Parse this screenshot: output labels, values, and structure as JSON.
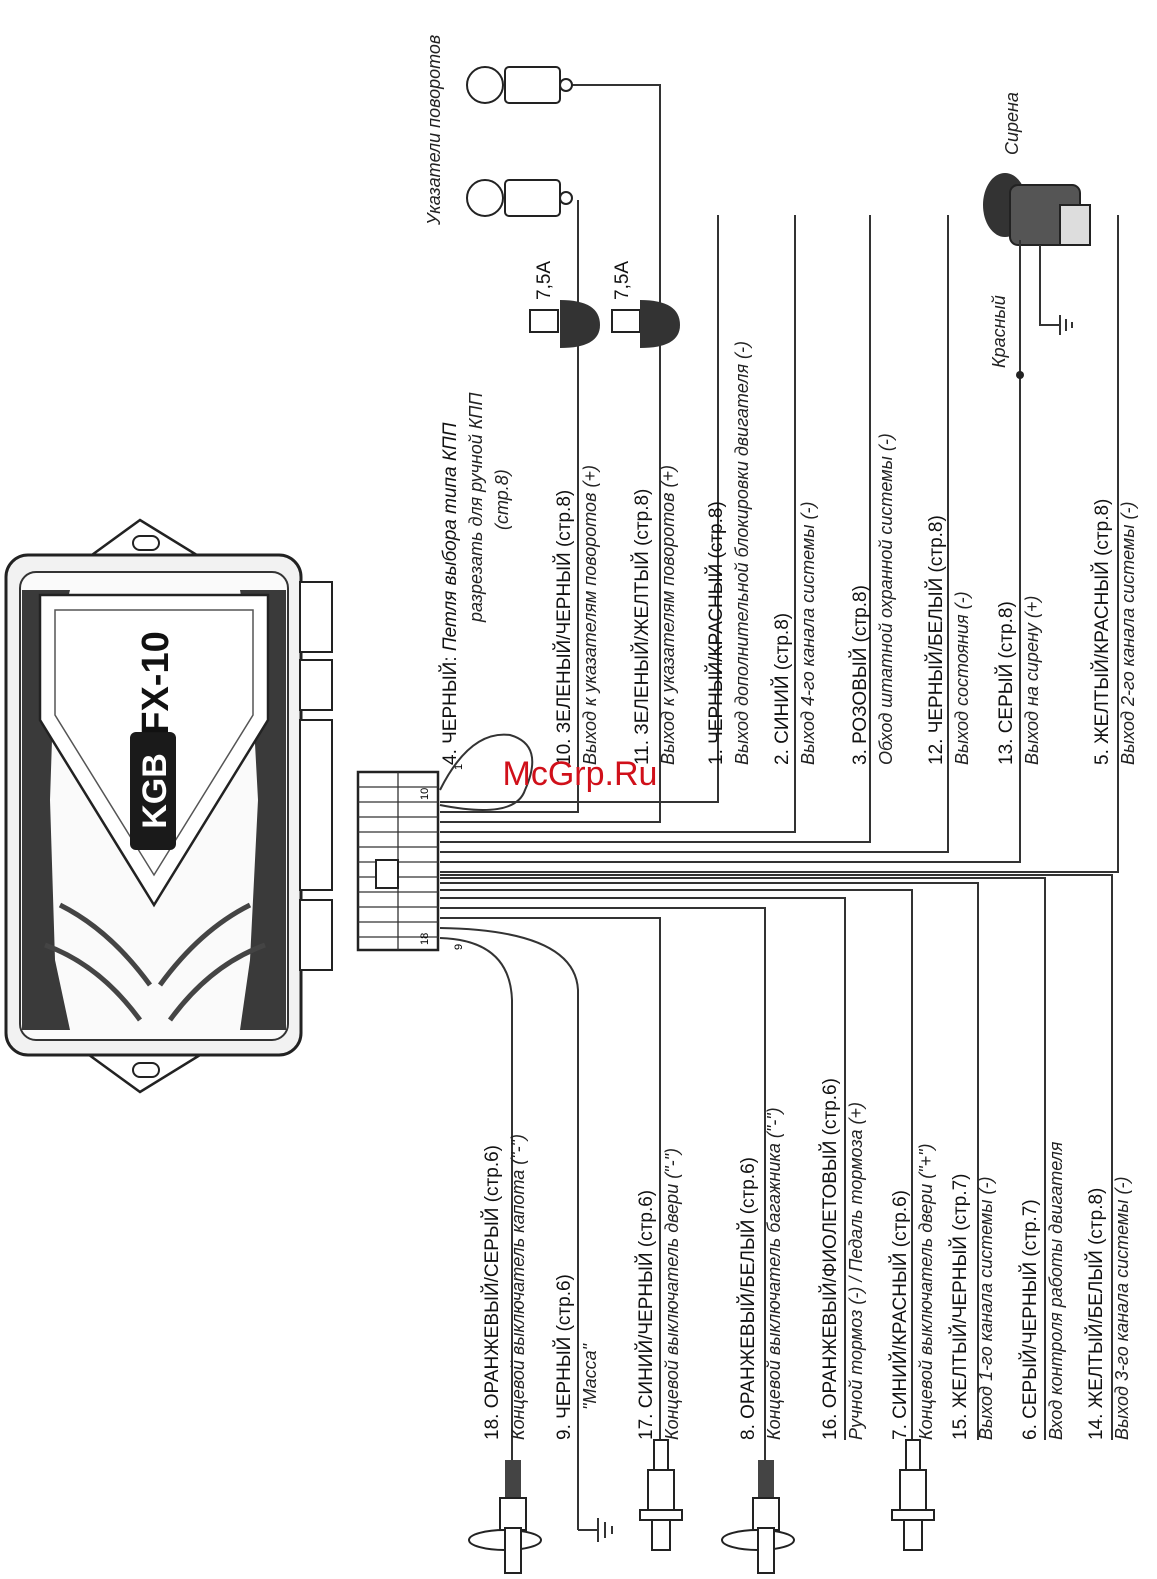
{
  "watermark": "McGrp.Ru",
  "unit": {
    "brand": "KGB",
    "model": "FX-10",
    "pin_left_top": "10",
    "pin_left_top2": "1",
    "pin_left_bottom": "18",
    "pin_left_bottom2": "9"
  },
  "top_labels": {
    "turn_signals": "Указатели поворотов",
    "siren": "Сирена",
    "siren_wire": "Красный",
    "fuse1": "7,5А",
    "fuse2": "7,5А"
  },
  "right_wires": [
    {
      "main": "4. ЧЕРНЫЙ: ",
      "italic": "Петля выбора типа КПП",
      "sub": "разрезать для ручной КПП",
      "sub2": "(стр.8)"
    },
    {
      "main": "10. ЗЕЛЕНЫЙ/ЧЕРНЫЙ (стр.8)",
      "sub": "Выход к указателям поворотов (+)"
    },
    {
      "main": "11. ЗЕЛЕНЫЙ/ЖЕЛТЫЙ (стр.8)",
      "sub": "Выход к указателям поворотов (+)"
    },
    {
      "main": "1. ЧЕРНЫЙ/КРАСНЫЙ (стр.8)",
      "sub": "Выход дополнительной блокировки двигателя (-)"
    },
    {
      "main": "2. СИНИЙ (стр.8)",
      "sub": "Выход 4-го канала системы (-)"
    },
    {
      "main": "3. РОЗОВЫЙ (стр.8)",
      "sub": "Обход штатной охранной системы (-)"
    },
    {
      "main": "12. ЧЕРНЫЙ/БЕЛЫЙ (стр.8)",
      "sub": "Выход состояния (-)"
    },
    {
      "main": "13. СЕРЫЙ (стр.8)",
      "sub": "Выход на сирену (+)"
    },
    {
      "main": "5. ЖЕЛТЫЙ/КРАСНЫЙ (стр.8)",
      "sub": "Выход 2-го канала системы (-)"
    }
  ],
  "left_wires": [
    {
      "main": "18. ОРАНЖЕВЫЙ/СЕРЫЙ (стр.6)",
      "sub": "Концевой выключатель капота (\"-\")"
    },
    {
      "main": "9. ЧЕРНЫЙ (стр.6)",
      "sub": "\"Масса\""
    },
    {
      "main": "17. СИНИЙ/ЧЕРНЫЙ (стр.6)",
      "sub": "Концевой выключатель двери (\"-\")"
    },
    {
      "main": "8. ОРАНЖЕВЫЙ/БЕЛЫЙ (стр.6)",
      "sub": "Концевой выключатель багажника (\"-\")"
    },
    {
      "main": "16. ОРАНЖЕВЫЙ/ФИОЛЕТОВЫЙ (стр.6)",
      "sub": "Ручной тормоз (-) / Педаль тормоза (+)"
    },
    {
      "main": "7. СИНИЙ/КРАСНЫЙ (стр.6)",
      "sub": "Концевой выключатель двери (\"+\")"
    },
    {
      "main": "15. ЖЕЛТЫЙ/ЧЕРНЫЙ (стр.7)",
      "sub": "Выход 1-го канала системы (-)"
    },
    {
      "main": "6. СЕРЫЙ/ЧЕРНЫЙ (стр.7)",
      "sub": "Вход контроля работы двигателя"
    },
    {
      "main": "14. ЖЕЛТЫЙ/БЕЛЫЙ (стр.8)",
      "sub": "Выход 3-го канала системы (-)"
    }
  ]
}
